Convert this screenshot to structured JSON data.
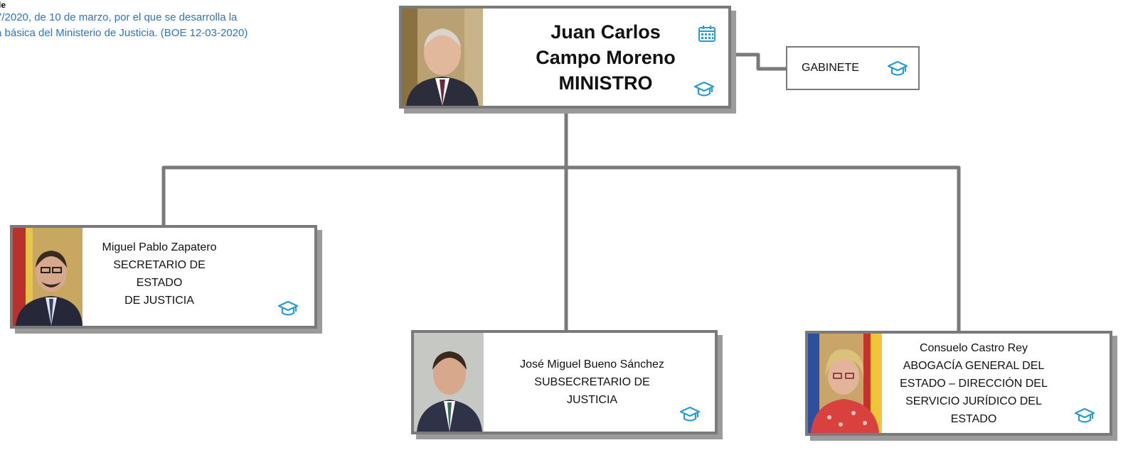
{
  "legal": {
    "heading": "le",
    "line1": "7/2020, de 10 de marzo, por el que se desarrolla la",
    "line2": "a básica del Ministerio de Justicia.  (BOE 12-03-2020)"
  },
  "minister": {
    "name1": "Juan Carlos",
    "name2": "Campo Moreno",
    "role": "MINISTRO"
  },
  "gabinete": {
    "label": "GABINETE"
  },
  "secretario": {
    "name": "Miguel Pablo Zapatero",
    "role1": "SECRETARIO DE",
    "role2": "ESTADO",
    "role3": "DE JUSTICIA"
  },
  "subsecretario": {
    "name": "José Miguel Bueno Sánchez",
    "role1": "SUBSECRETARIO  DE",
    "role2": "JUSTICIA"
  },
  "abogacia": {
    "name": "Consuelo Castro Rey",
    "role1": "ABOGACÍA GENERAL DEL",
    "role2": "ESTADO – DIRECCIÓN  DEL",
    "role3": "SERVICIO JURÍDICO  DEL",
    "role4": "ESTADO"
  },
  "icons": [
    "calendar-icon",
    "graduation-cap-icon"
  ],
  "colors": {
    "connector": "#7a7a7a",
    "icon": "#2b9bd6",
    "legal_text": "#2f74c0"
  }
}
